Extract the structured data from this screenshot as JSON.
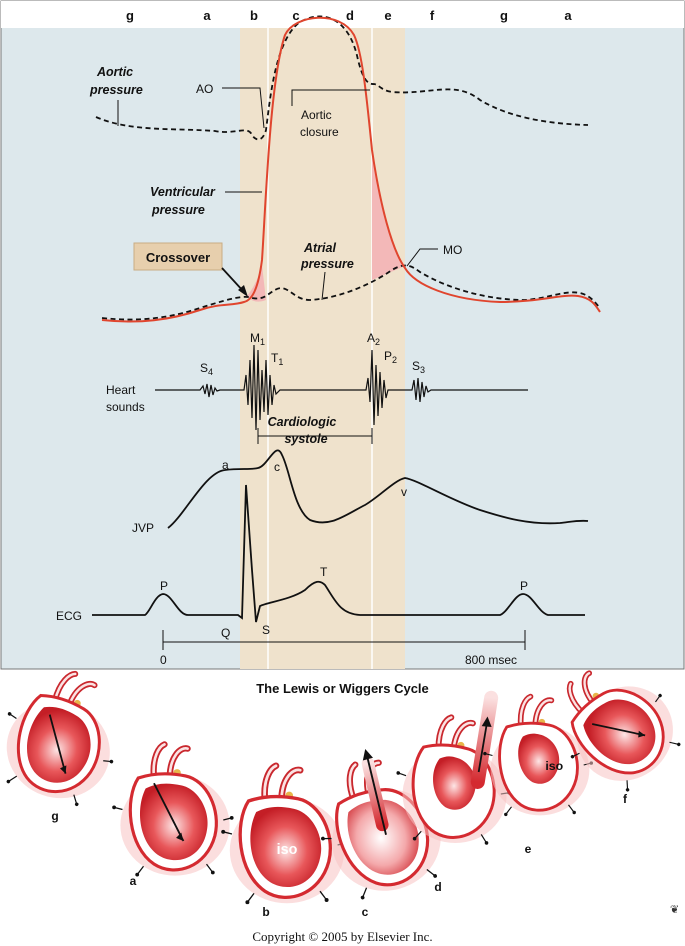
{
  "phases": [
    "g",
    "a",
    "b",
    "c",
    "d",
    "e",
    "f",
    "g",
    "a"
  ],
  "labels": {
    "aortic_pressure_1": "Aortic",
    "aortic_pressure_2": "pressure",
    "ao": "AO",
    "aortic_closure_1": "Aortic",
    "aortic_closure_2": "closure",
    "ventricular_pressure_1": "Ventricular",
    "ventricular_pressure_2": "pressure",
    "crossover": "Crossover",
    "atrial_pressure_1": "Atrial",
    "atrial_pressure_2": "pressure",
    "mo": "MO",
    "s4": "S",
    "s4_sub": "4",
    "m1": "M",
    "m1_sub": "1",
    "t1": "T",
    "t1_sub": "1",
    "a2": "A",
    "a2_sub": "2",
    "p2": "P",
    "p2_sub": "2",
    "s3": "S",
    "s3_sub": "3",
    "heart_sounds_1": "Heart",
    "heart_sounds_2": "sounds",
    "systole_1": "Cardiologic",
    "systole_2": "systole",
    "jvp": "JVP",
    "jvp_a": "a",
    "jvp_c": "c",
    "jvp_v": "v",
    "ecg": "ECG",
    "ecg_p1": "P",
    "ecg_t": "T",
    "ecg_p2": "P",
    "ecg_q": "Q",
    "ecg_s": "S",
    "time_start": "0",
    "time_end": "800 msec"
  },
  "caption": "The Lewis or Wiggers Cycle",
  "hearts": [
    {
      "letter": "g"
    },
    {
      "letter": "a"
    },
    {
      "letter": "b",
      "inner": "iso"
    },
    {
      "letter": "c"
    },
    {
      "letter": "d"
    },
    {
      "letter": "e",
      "inner": "iso"
    },
    {
      "letter": "f"
    }
  ],
  "copyright": "Copyright © 2005 by Elsevier Inc.",
  "colors": {
    "panel_bg": "#dde8ec",
    "systole_band": "#efe2cc",
    "ventricular_curve": "#e0452e",
    "pink_fill": "#f3b8b8",
    "crossover_box": "#e7cfad",
    "heart_red": "#d42a30",
    "heart_light": "#f7c2c2"
  }
}
